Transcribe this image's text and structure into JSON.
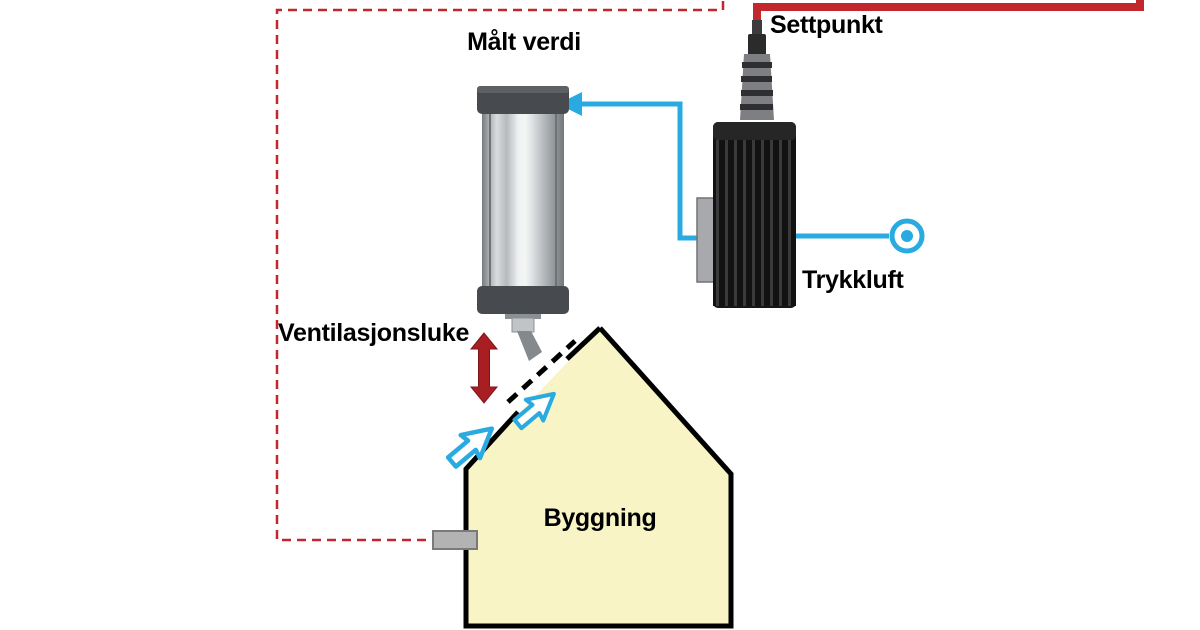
{
  "diagram": {
    "labels": {
      "measured_value": "Målt verdi",
      "setpoint": "Settpunkt",
      "compressed_air": "Trykkluft",
      "ventilation_hatch": "Ventilasjonsluke",
      "building": "Byggning"
    },
    "colors": {
      "signal_red": "#c1272d",
      "pneumatic_blue": "#29abe2",
      "building_fill": "#f8f4c6",
      "outline_black": "#000000",
      "motion_arrow_red": "#a81e23"
    },
    "icons": {
      "compressed_air_source": "circle-with-center-dot",
      "hatch_motion": "vertical-double-arrow",
      "airflow": "curved-outline-arrow"
    }
  }
}
